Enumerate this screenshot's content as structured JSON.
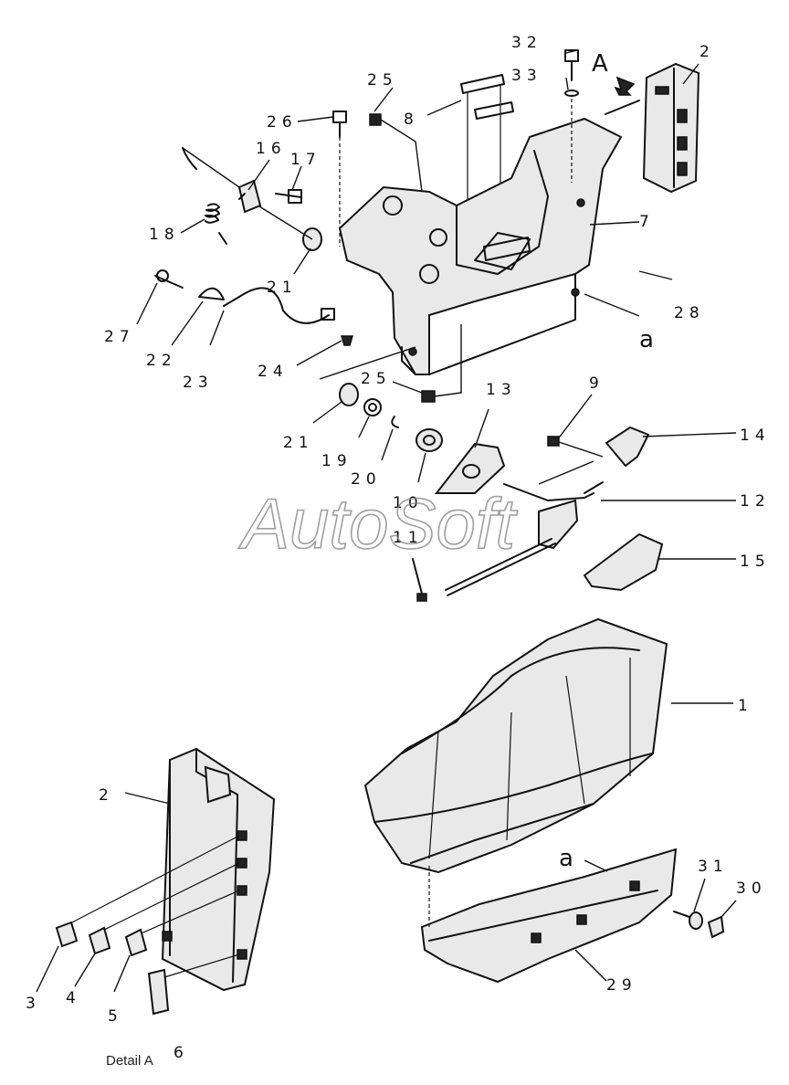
{
  "callouts": {
    "c1": "1",
    "c2a": "2",
    "c2b": "2",
    "c3": "3",
    "c4": "4",
    "c5": "5",
    "c6": "6",
    "c7": "7",
    "c8": "8",
    "c9": "9",
    "c10": "10",
    "c11": "11",
    "c12": "12",
    "c13": "13",
    "c14": "14",
    "c15": "15",
    "c16": "16",
    "c17": "17",
    "c18": "18",
    "c19": "19",
    "c20": "20",
    "c21a": "21",
    "c21b": "21",
    "c22": "22",
    "c23": "23",
    "c24": "24",
    "c25a": "25",
    "c25b": "25",
    "c26": "26",
    "c27": "27",
    "c28": "28",
    "c29": "29",
    "c30": "30",
    "c31": "31",
    "c32": "32",
    "c33": "33"
  },
  "markers": {
    "view_A": "A",
    "arrow_a_upper": "a",
    "arrow_a_lower": "a"
  },
  "caption": "Detail A",
  "watermark": "AutoSoft"
}
